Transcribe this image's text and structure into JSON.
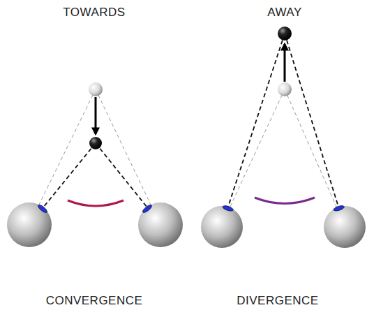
{
  "diagram": {
    "labels": [
      "TOWARDS",
      "AWAY",
      "CONVERGENCE",
      "DIVERGENCE"
    ]
  }
}
